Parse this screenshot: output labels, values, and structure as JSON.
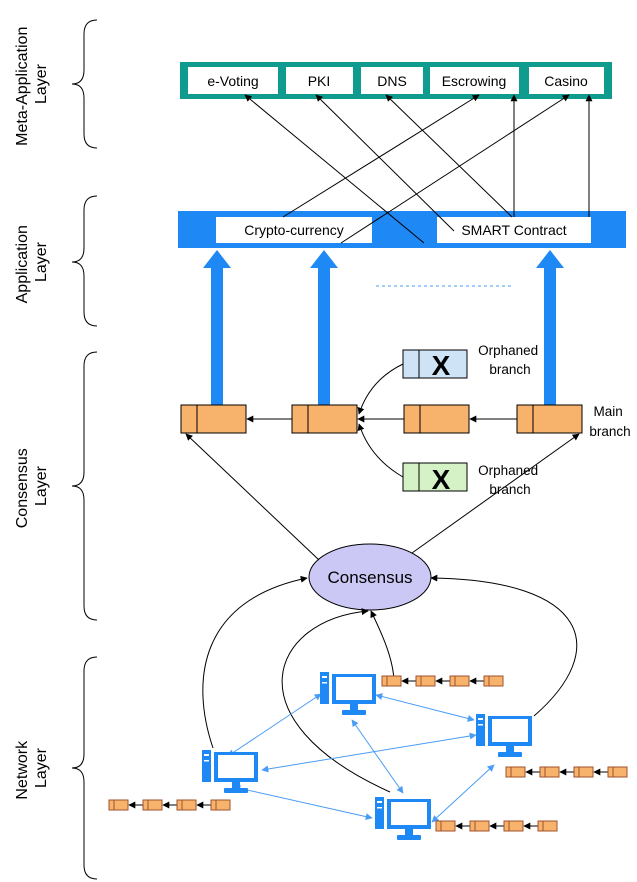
{
  "layers": {
    "meta_application": "Meta-Application\nLayer",
    "application": "Application\nLayer",
    "consensus": "Consensus\nLayer",
    "network": "Network\nLayer"
  },
  "meta_apps": [
    "e-Voting",
    "PKI",
    "DNS",
    "Escrowing",
    "Casino"
  ],
  "apps": [
    "Crypto-currency",
    "SMART Contract"
  ],
  "consensus": {
    "label": "Consensus",
    "main_branch": "Main\nbranch",
    "orphaned_label": "Orphaned\nbranch",
    "orphaned_mark": "X"
  },
  "colors": {
    "meta_bar": "#0f9b8e",
    "app_bar": "#1e88f5",
    "block_fill": "#f7b26b",
    "block_stroke": "#a0522d",
    "orphan_blue": "#cfe3f7",
    "orphan_green": "#d5f2c6",
    "consensus_fill": "#cbc8f5",
    "arrow_blue": "#4a9cf5",
    "computer_blue": "#1e88f5"
  }
}
